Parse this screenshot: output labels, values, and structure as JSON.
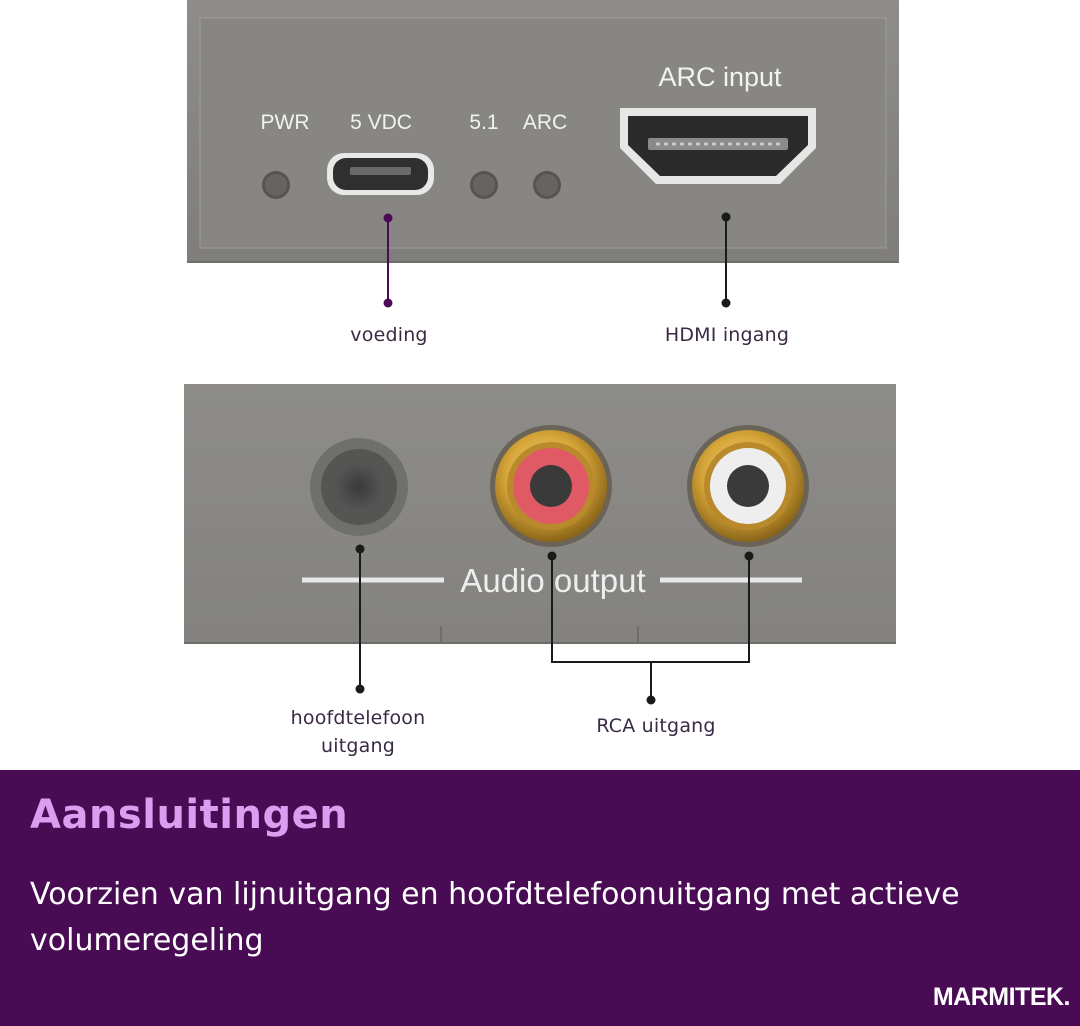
{
  "device_top": {
    "labels": {
      "pwr": "PWR",
      "vdc": "5 VDC",
      "five_one": "5.1",
      "arc": "ARC",
      "arc_input": "ARC input"
    }
  },
  "device_bottom": {
    "labels": {
      "audio_output": "Audio output"
    }
  },
  "callouts": {
    "power": "voeding",
    "hdmi": "HDMI ingang",
    "headphone_line1": "hoofdtelefoon",
    "headphone_line2": "uitgang",
    "rca": "RCA uitgang"
  },
  "panel": {
    "heading": "Aansluitingen",
    "description": "Voorzien van lijnuitgang en hoofdtelefoonuitgang met actieve volumeregeling",
    "brand": "MARMITEK."
  },
  "colors": {
    "panel_background": "#4a0b55",
    "heading": "#d99ef0",
    "device_gray": "#8a8986",
    "power_callout_line": "#4a0b55",
    "rca_red": "#e05a66",
    "rca_white": "#eeeeee",
    "rca_gold": "#d4a437"
  },
  "icons": [
    "micro-usb-port-icon",
    "hdmi-port-icon",
    "rca-jack-red-icon",
    "rca-jack-white-icon",
    "headphone-jack-icon",
    "led-indicator-icon"
  ]
}
